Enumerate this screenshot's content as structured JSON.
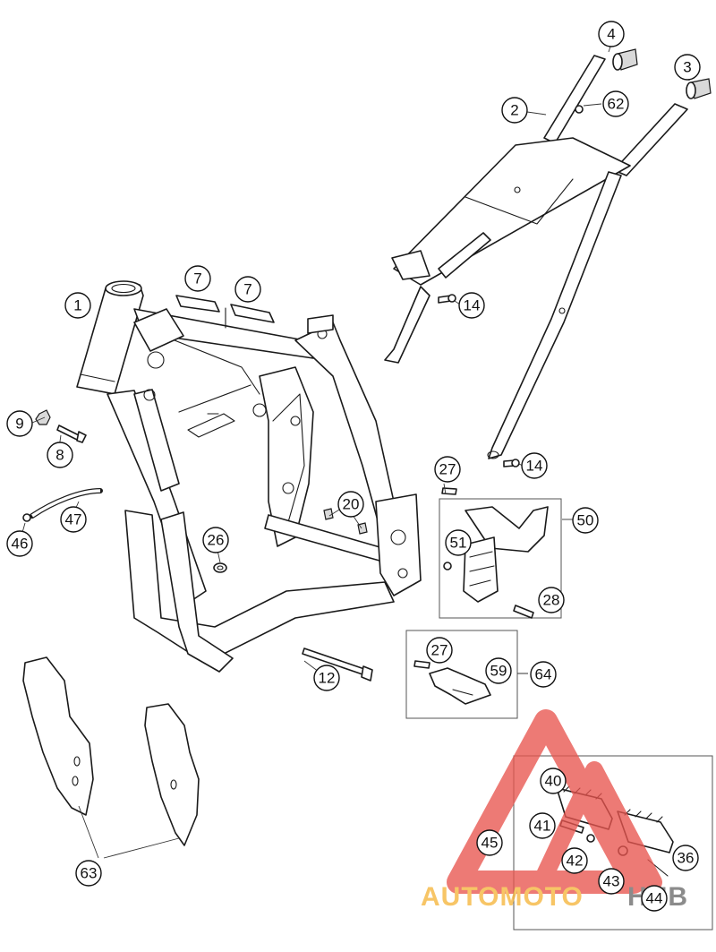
{
  "watermark": {
    "word1": "AUTOMOTO",
    "word2": "HUB",
    "color_red": "#e8554f",
    "color_orange": "#f5b53c",
    "color_gray": "#6b6b6b"
  },
  "callouts": [
    {
      "id": "c-1",
      "label": "1"
    },
    {
      "id": "c-2",
      "label": "2"
    },
    {
      "id": "c-3",
      "label": "3"
    },
    {
      "id": "c-4",
      "label": "4"
    },
    {
      "id": "c-62",
      "label": "62"
    },
    {
      "id": "c-7a",
      "label": "7"
    },
    {
      "id": "c-7b",
      "label": "7"
    },
    {
      "id": "c-14a",
      "label": "14"
    },
    {
      "id": "c-14b",
      "label": "14"
    },
    {
      "id": "c-9",
      "label": "9"
    },
    {
      "id": "c-8",
      "label": "8"
    },
    {
      "id": "c-47",
      "label": "47"
    },
    {
      "id": "c-46",
      "label": "46"
    },
    {
      "id": "c-26",
      "label": "26"
    },
    {
      "id": "c-20",
      "label": "20"
    },
    {
      "id": "c-12",
      "label": "12"
    },
    {
      "id": "c-27a",
      "label": "27"
    },
    {
      "id": "c-50",
      "label": "50"
    },
    {
      "id": "c-51",
      "label": "51"
    },
    {
      "id": "c-28",
      "label": "28"
    },
    {
      "id": "c-27b",
      "label": "27"
    },
    {
      "id": "c-59",
      "label": "59"
    },
    {
      "id": "c-64",
      "label": "64"
    },
    {
      "id": "c-63",
      "label": "63"
    },
    {
      "id": "c-40",
      "label": "40"
    },
    {
      "id": "c-41",
      "label": "41"
    },
    {
      "id": "c-45",
      "label": "45"
    },
    {
      "id": "c-42",
      "label": "42"
    },
    {
      "id": "c-43",
      "label": "43"
    },
    {
      "id": "c-36",
      "label": "36"
    },
    {
      "id": "c-44",
      "label": "44"
    }
  ]
}
